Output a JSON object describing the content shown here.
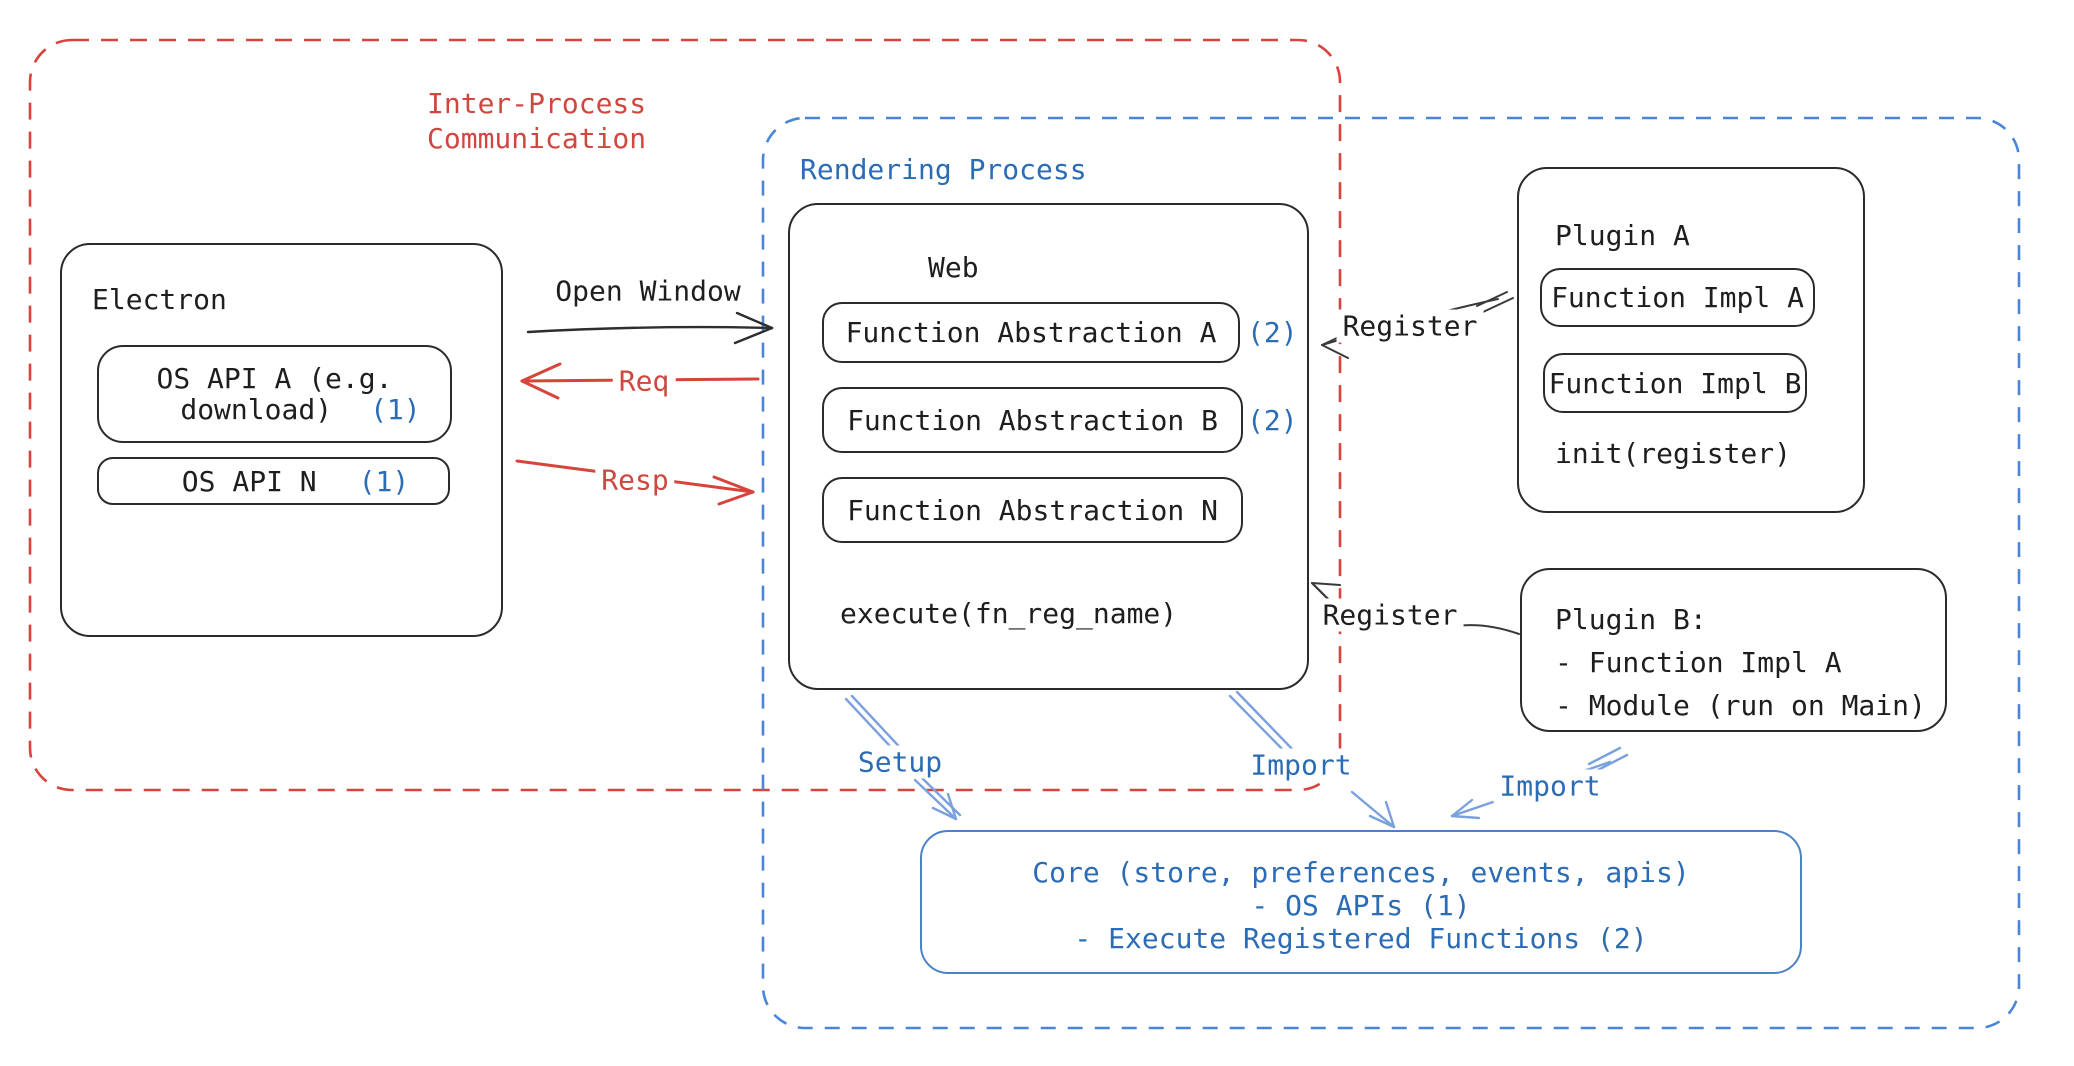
{
  "colors": {
    "red": "#cf4840",
    "blue": "#2b6cb5",
    "light_blue": "#7aa1dd",
    "ink": "#2b2b2b"
  },
  "ipc_region": {
    "label_line1": "Inter-Process",
    "label_line2": "Communication"
  },
  "rendering_region": {
    "label": "Rendering Process"
  },
  "electron": {
    "title": "Electron",
    "os_api_a": {
      "line1": "OS API A (e.g.",
      "line2": "download)",
      "badge": "(1)"
    },
    "os_api_n": {
      "label": "OS API N",
      "badge": "(1)"
    }
  },
  "web": {
    "title": "Web",
    "abstractions": [
      {
        "label": "Function Abstraction A",
        "badge": "(2)"
      },
      {
        "label": "Function Abstraction B",
        "badge": "(2)"
      },
      {
        "label": "Function Abstraction N",
        "badge": ""
      }
    ],
    "execute": "execute(fn_reg_name)"
  },
  "plugin_a": {
    "title": "Plugin A",
    "impl_a": "Function Impl A",
    "impl_b": "Function Impl B",
    "init": "init(register)"
  },
  "plugin_b": {
    "title": "Plugin B:",
    "item1": "- Function Impl A",
    "item2": "- Module (run on Main)"
  },
  "core": {
    "line1": "Core (store, preferences, events, apis)",
    "line2": "- OS APIs (1)",
    "line3": "- Execute Registered Functions (2)"
  },
  "arrows": {
    "open_window": "Open Window",
    "req": "Req",
    "resp": "Resp",
    "register_top": "Register",
    "register_bottom": "Register",
    "setup": "Setup",
    "import_left": "Import",
    "import_right": "Import"
  }
}
